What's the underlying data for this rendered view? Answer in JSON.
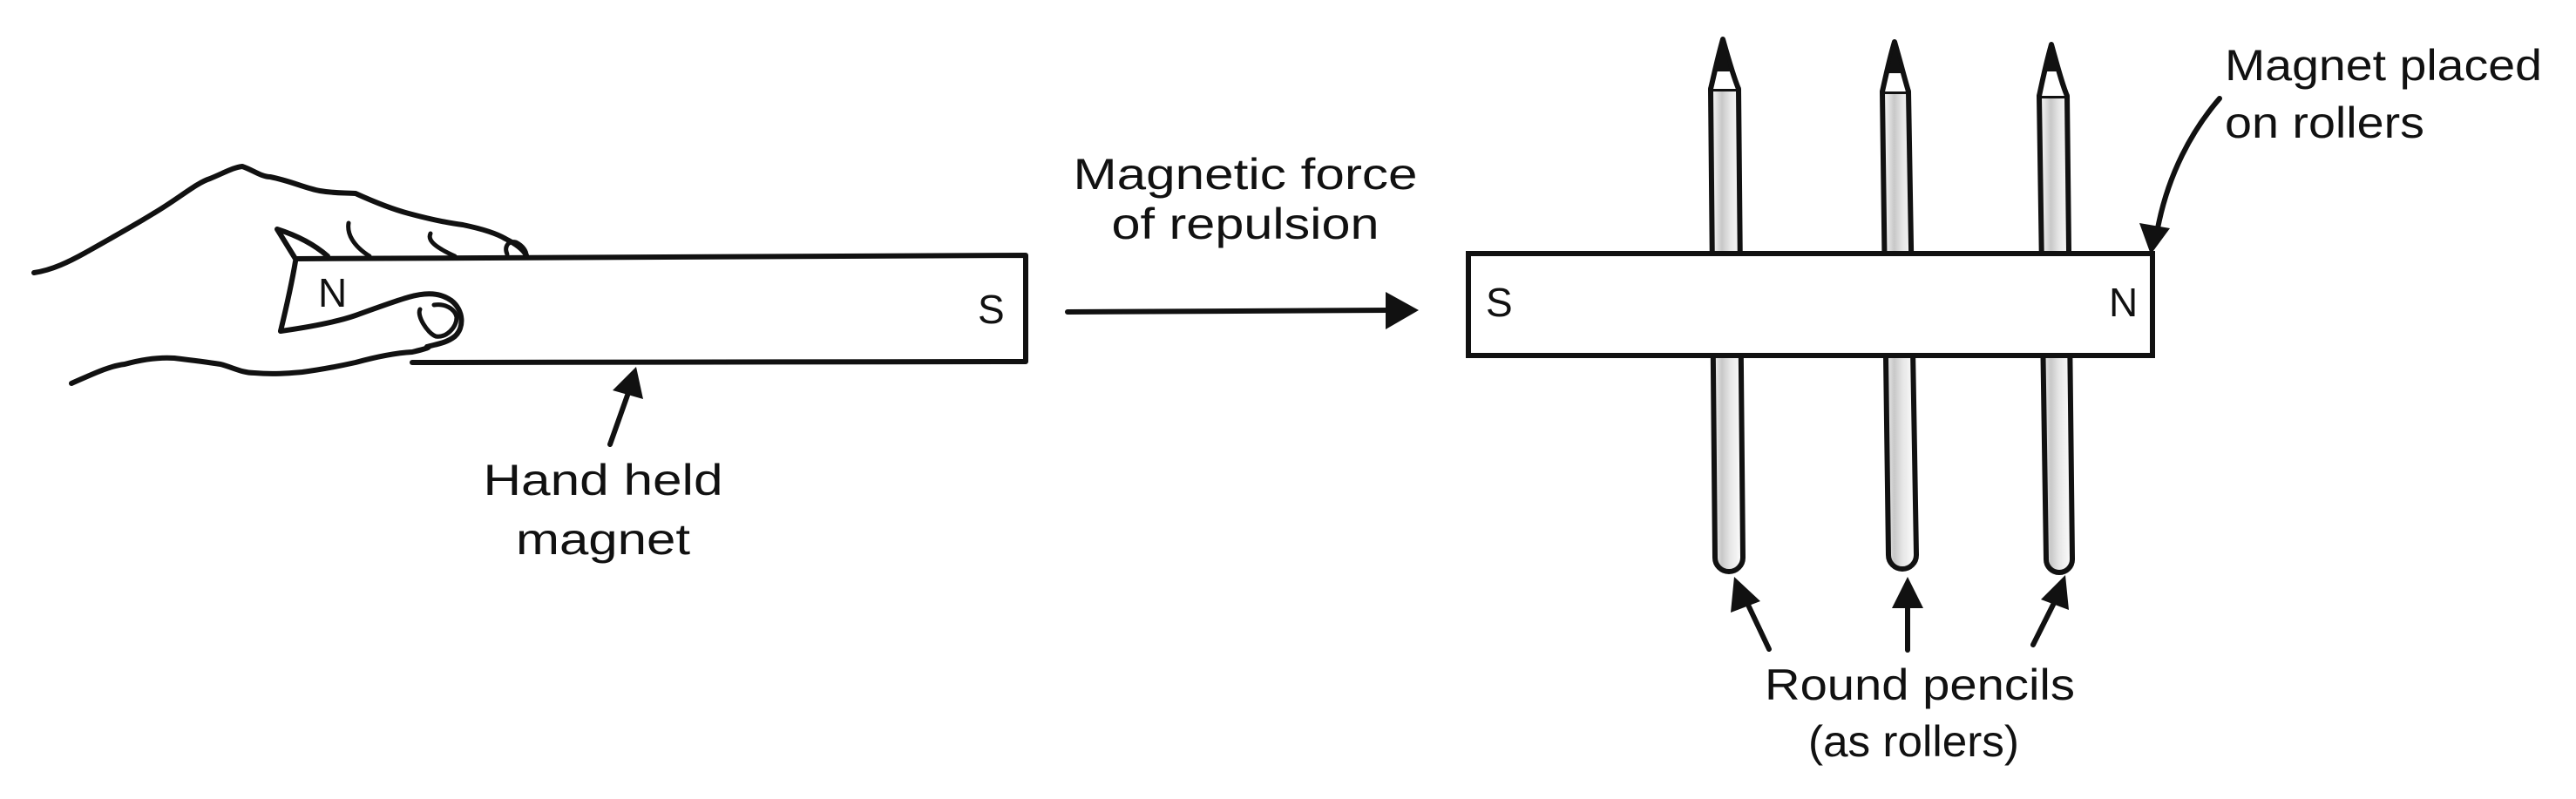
{
  "diagram": {
    "title": "Magnetic repulsion moving a magnet placed on rollers",
    "colors": {
      "ink": "#111111",
      "background": "#ffffff",
      "pencil_shade": "#c8c8c8"
    },
    "hand_held_magnet": {
      "left_pole": "N",
      "right_pole": "S",
      "label_lines": [
        "Hand held",
        "magnet"
      ]
    },
    "force_arrow": {
      "label_lines": [
        "Magnetic force",
        "of repulsion"
      ],
      "direction": "right"
    },
    "roller_magnet": {
      "left_pole": "S",
      "right_pole": "N",
      "label_lines": [
        "Magnet placed",
        "on rollers"
      ]
    },
    "pencils": {
      "count": 3,
      "label_lines": [
        "Round pencils",
        "(as rollers)"
      ]
    }
  }
}
